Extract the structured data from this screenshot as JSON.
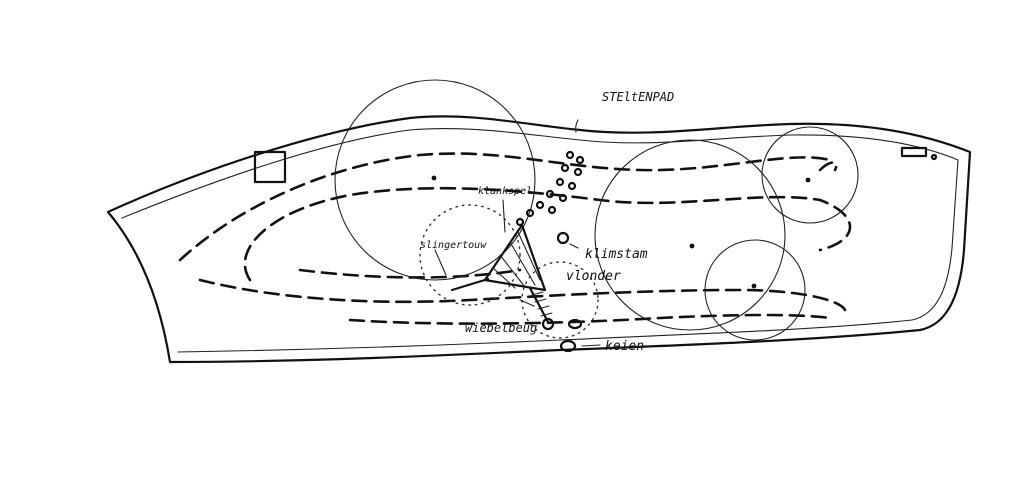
{
  "labels": {
    "steltenpad": "STEltENPAD",
    "klankspel": "klankspel",
    "slingertouw": "slingertouw",
    "klimstam": "klimstam",
    "vlonder": "vlonder",
    "wiebelbeug": "wiebelbeug",
    "keien": "keien"
  }
}
